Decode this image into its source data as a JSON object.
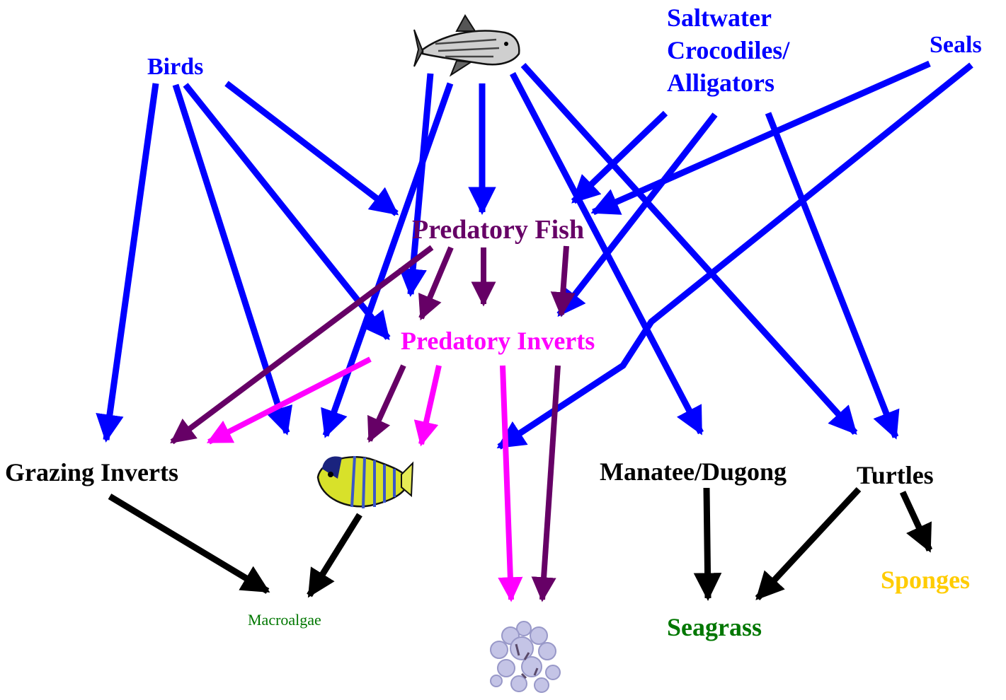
{
  "diagram": {
    "nodes": {
      "birds": "Birds",
      "crocodiles": "Saltwater\nCrocodiles/\nAlligators",
      "seals": "Seals",
      "predatory_fish": "Predatory Fish",
      "predatory_inverts": "Predatory Inverts",
      "grazing_inverts": "Grazing Inverts",
      "manatee_dugong": "Manatee/Dugong",
      "turtles": "Turtles",
      "sponges": "Sponges",
      "seagrass": "Seagrass",
      "macroalgae": "Macroalgae"
    },
    "pictures": {
      "shark": "shark-icon",
      "angelfish": "angelfish-icon",
      "coral": "coral-icon"
    },
    "colors": {
      "blue_arrows": "#0000ff",
      "predatory_fish_arrows": "#660066",
      "predatory_inverts_arrows": "#ff00ff",
      "herbivore_arrows": "#000000",
      "seagrass_text": "#007700",
      "macroalgae_text": "#007700",
      "sponges_text": "#ffcc00"
    }
  }
}
